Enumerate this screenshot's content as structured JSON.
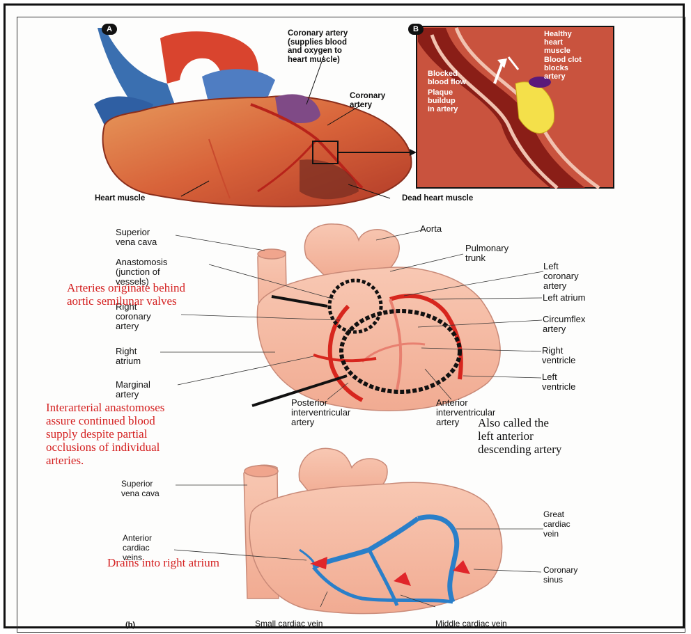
{
  "panel_a": {
    "letter_a": "A",
    "letter_b": "B",
    "labels": {
      "coronary_artery_supply": "Coronary artery\n(supplies blood\nand oxygen to\nheart muscle)",
      "coronary_artery": "Coronary\nartery",
      "heart_muscle": "Heart muscle",
      "dead_heart_muscle": "Dead heart muscle",
      "healthy_heart_muscle": "Healthy\nheart\nmuscle",
      "blood_clot": "Blood clot\nblocks\nartery",
      "blocked_blood_flow": "Blocked\nblood flow",
      "plaque_buildup": "Plaque\nbuildup\nin artery"
    }
  },
  "panel_arteries": {
    "labels": {
      "superior_vena_cava": "Superior\nvena cava",
      "aorta": "Aorta",
      "pulmonary_trunk": "Pulmonary\ntrunk",
      "anastomosis": "Anastomosis\n(junction of\nvessels)",
      "left_coronary_artery": "Left\ncoronary\nartery",
      "left_atrium": "Left atrium",
      "right_coronary_artery": "Right\ncoronary\nartery",
      "circumflex_artery": "Circumflex\nartery",
      "right_atrium": "Right\natrium",
      "right_ventricle": "Right\nventricle",
      "left_ventricle": "Left\nventricle",
      "marginal_artery": "Marginal\nartery",
      "posterior_interventricular": "Posterior\ninterventricular\nartery",
      "anterior_interventricular": "Anterior\ninterventricular\nartery"
    },
    "notes": {
      "arteries_originate": "Arteries originate behind\naortic semilunar valves",
      "interarterial": "Interarterial anastomoses\nassure continued blood\nsupply despite partial\nocclusions of individual\narteries.",
      "also_called": "Also called the\nleft anterior\ndescending artery"
    }
  },
  "panel_veins": {
    "labels": {
      "superior_vena_cava": "Superior\nvena cava",
      "anterior_cardiac_veins": "Anterior\ncardiac\nveins",
      "great_cardiac_vein": "Great\ncardiac\nvein",
      "coronary_sinus": "Coronary\nsinus",
      "small_cardiac_vein": "Small cardiac vein",
      "middle_cardiac_vein": "Middle cardiac vein",
      "panel_b": "(b)"
    },
    "notes": {
      "drains_into": "Drains into right atrium"
    }
  },
  "colors": {
    "heart_pink": "#f4b7a0",
    "heart_outline": "#c98a78",
    "artery_red": "#d7261e",
    "vein_blue": "#2a7fc9",
    "note_red": "#d42020",
    "muscle_orange": "#d8633a"
  }
}
